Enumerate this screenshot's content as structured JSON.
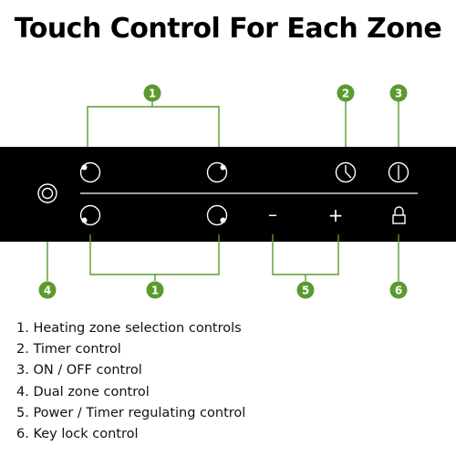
{
  "title": "Touch Control For Each Zone",
  "colors": {
    "panel": "#000000",
    "callout": "#5b9a2f",
    "panel_line": "#ffffff"
  },
  "callouts": {
    "heating_zone_top": "1",
    "timer": "2",
    "on_off": "3",
    "dual_zone": "4",
    "heating_zone_bottom": "1",
    "power_timer_regulating": "5",
    "key_lock": "6"
  },
  "panel_symbols": {
    "minus": "–",
    "plus": "+"
  },
  "icons": {
    "heating_zone": "zone-selector-icon",
    "timer": "clock-icon",
    "on_off": "power-icon",
    "dual_zone": "dual-ring-icon",
    "key_lock": "lock-icon"
  },
  "legend": [
    "1. Heating zone selection controls",
    "2. Timer control",
    "3. ON / OFF control",
    "4. Dual zone control",
    "5. Power / Timer regulating control",
    "6. Key lock control"
  ]
}
